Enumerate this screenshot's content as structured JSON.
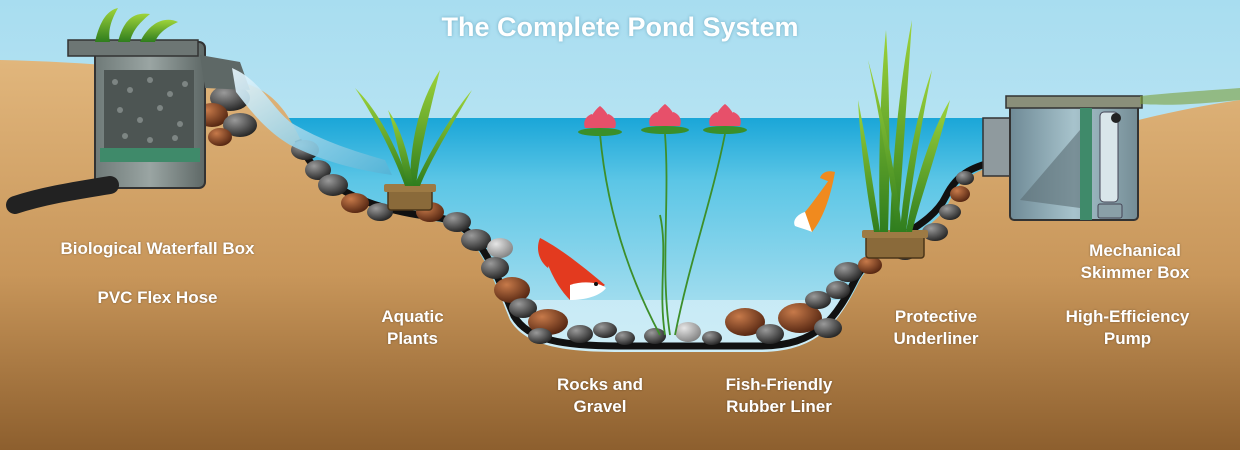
{
  "title": "The Complete Pond System",
  "labels": {
    "waterfall_box": "Biological Waterfall Box",
    "flex_hose": "PVC Flex Hose",
    "aquatic_plants": [
      "Aquatic",
      "Plants"
    ],
    "rocks_gravel": [
      "Rocks and",
      "Gravel"
    ],
    "rubber_liner": [
      "Fish-Friendly",
      "Rubber Liner"
    ],
    "underliner": [
      "Protective",
      "Underliner"
    ],
    "skimmer_box": [
      "Mechanical",
      "Skimmer Box"
    ],
    "pump": [
      "High-Efficiency",
      "Pump"
    ]
  },
  "colors": {
    "sky": "#bfe6f2",
    "water": "#3fb4dc",
    "soil": "#d6a96d",
    "liner": "#1a1a1a",
    "label": "#ffffff"
  }
}
